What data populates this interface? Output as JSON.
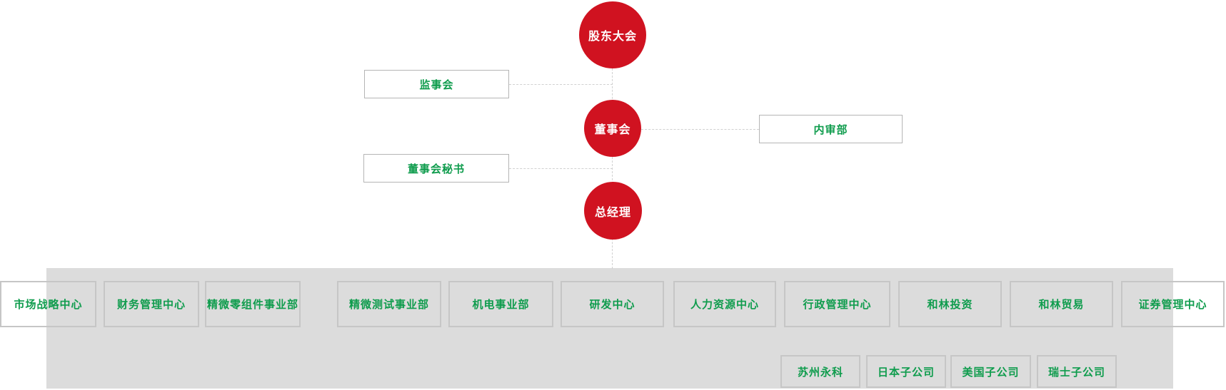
{
  "diagram": {
    "type": "org-chart",
    "colors": {
      "node_red": "#d01220",
      "text_green": "#0f9c4d",
      "band_gray": "#dcdcdc",
      "box_border": "#c6c6c6",
      "white_box_border": "#b5b5b5",
      "dashed_connector": "#d0d0d0"
    },
    "nodes": [
      "股东大会",
      "董事会",
      "总经理"
    ],
    "side_boxes": [
      "监事会",
      "内审部",
      "董事会秘书"
    ],
    "departments": [
      "市场战略中心",
      "财务管理中心",
      "精微零组件事业部",
      "精微测试事业部",
      "机电事业部",
      "研发中心",
      "人力资源中心",
      "行政管理中心",
      "和林投资",
      "和林贸易",
      "证券管理中心"
    ],
    "subsidiaries": [
      "苏州永科",
      "日本子公司",
      "美国子公司",
      "瑞士子公司"
    ]
  }
}
